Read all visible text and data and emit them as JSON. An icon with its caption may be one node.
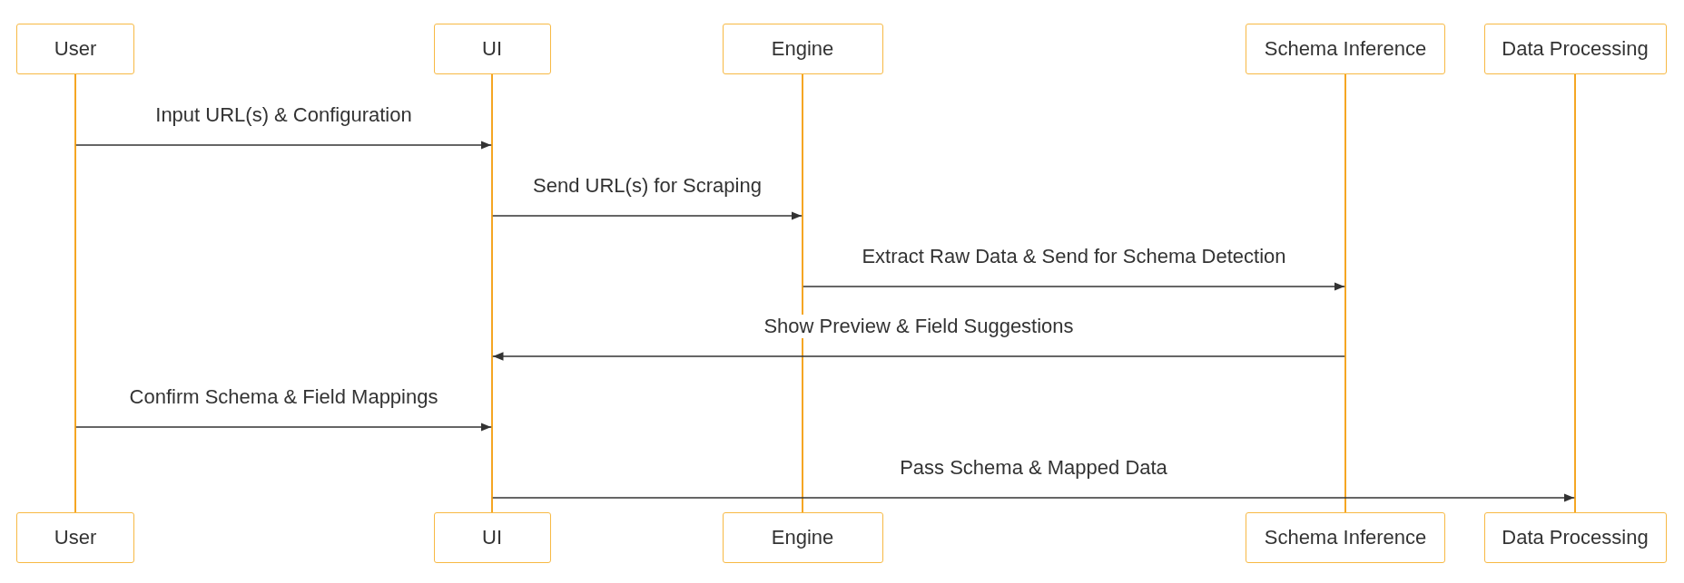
{
  "diagram": {
    "nodes": [
      {
        "text": [
          "User"
        ]
      },
      {
        "text": [
          "UI"
        ]
      },
      {
        "text": [
          "Engine"
        ]
      },
      {
        "text": [
          "Schema Inference"
        ]
      },
      {
        "text": [
          "Data Processing"
        ]
      },
      {
        "text": [],
        "shape": "bar"
      },
      {
        "text": [],
        "shape": "bar"
      },
      {
        "text": [],
        "shape": "bar"
      },
      {
        "text": [],
        "shape": "bar"
      },
      {
        "text": [],
        "shape": "bar"
      },
      {
        "text": [
          "User"
        ]
      },
      {
        "text": [
          "UI"
        ]
      },
      {
        "text": [
          "Engine"
        ]
      },
      {
        "text": [
          "Schema Inference"
        ]
      },
      {
        "text": [
          "Data Processing"
        ]
      }
    ],
    "edges": [
      {
        "from": 5,
        "to": 6,
        "arrow": "to",
        "label": "Input URL(s) & Configuration"
      },
      {
        "from": 6,
        "to": 7,
        "arrow": "to",
        "label": "Send URL(s) for Scraping"
      },
      {
        "from": 7,
        "to": 8,
        "arrow": "to",
        "label": "Extract Raw Data & Send for Schema Detection"
      },
      {
        "from": 8,
        "to": 6,
        "arrow": "to",
        "label": "Show Preview & Field Suggestions"
      },
      {
        "from": 5,
        "to": 6,
        "arrow": "to",
        "label": "Confirm Schema & Field Mappings"
      },
      {
        "from": 6,
        "to": 9,
        "arrow": "to",
        "label": "Pass Schema & Mapped Data"
      }
    ]
  }
}
